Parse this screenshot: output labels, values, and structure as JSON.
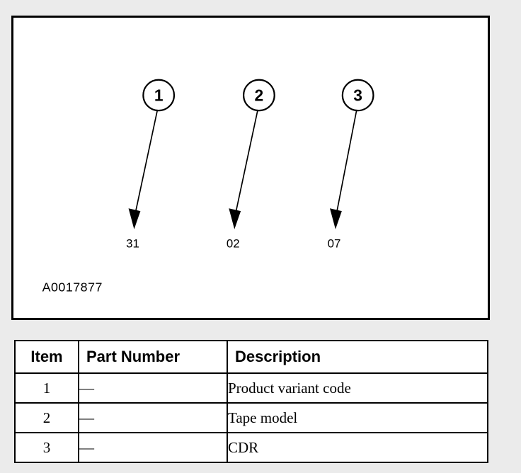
{
  "figure": {
    "id_label": "A0017877",
    "callouts": [
      {
        "number": "1",
        "code": "31"
      },
      {
        "number": "2",
        "code": "02"
      },
      {
        "number": "3",
        "code": "07"
      }
    ]
  },
  "table": {
    "headers": {
      "item": "Item",
      "part_number": "Part Number",
      "description": "Description"
    },
    "rows": [
      {
        "item": "1",
        "part_number": "—",
        "description": "Product variant code"
      },
      {
        "item": "2",
        "part_number": "—",
        "description": "Tape model"
      },
      {
        "item": "3",
        "part_number": "—",
        "description": "CDR"
      }
    ]
  },
  "colors": {
    "page_background": "#ebebeb",
    "panel_background": "#ffffff",
    "line": "#000000"
  }
}
